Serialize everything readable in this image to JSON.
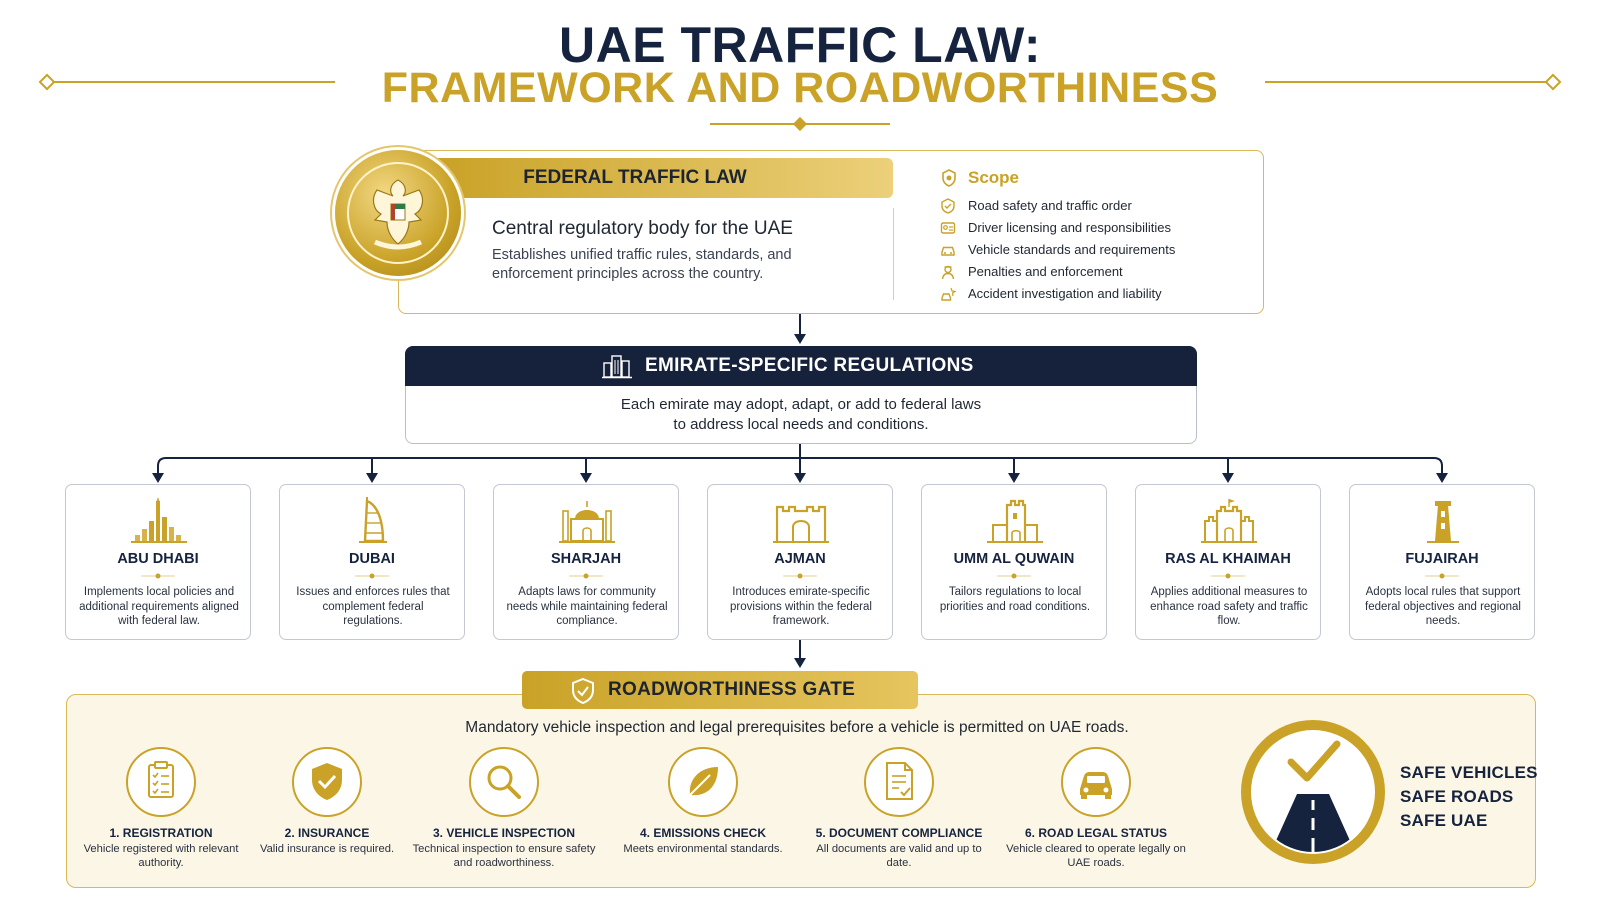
{
  "title": {
    "line1": "UAE TRAFFIC LAW:",
    "line2": "FRAMEWORK AND ROADWORTHINESS"
  },
  "federal": {
    "banner": "FEDERAL TRAFFIC LAW",
    "subtitle": "Central regulatory body for the UAE",
    "description": "Establishes unified traffic rules, standards, and enforcement principles across the country.",
    "scope_title": "Scope",
    "scope_items": [
      "Road safety and traffic order",
      "Driver licensing and responsibilities",
      "Vehicle standards and requirements",
      "Penalties and enforcement",
      "Accident investigation and liability"
    ]
  },
  "regulations": {
    "title": "EMIRATE-SPECIFIC REGULATIONS",
    "line1": "Each emirate may adopt, adapt, or add to federal laws",
    "line2": "to address local needs and conditions."
  },
  "emirates": [
    {
      "name": "ABU DHABI",
      "icon": "skyline-icon",
      "desc": "Implements local policies and additional requirements aligned with federal law."
    },
    {
      "name": "DUBAI",
      "icon": "burj-al-arab-icon",
      "desc": "Issues and enforces rules that complement federal regulations."
    },
    {
      "name": "SHARJAH",
      "icon": "mosque-icon",
      "desc": "Adapts laws for community needs while maintaining federal compliance."
    },
    {
      "name": "AJMAN",
      "icon": "fort-gate-icon",
      "desc": "Introduces emirate-specific provisions within the federal framework."
    },
    {
      "name": "UMM AL QUWAIN",
      "icon": "fort-tower-icon",
      "desc": "Tailors regulations to local priorities and road conditions."
    },
    {
      "name": "RAS AL KHAIMAH",
      "icon": "castle-icon",
      "desc": "Applies additional measures to enhance road safety and traffic flow."
    },
    {
      "name": "FUJAIRAH",
      "icon": "watchtower-icon",
      "desc": "Adopts local rules that support federal objectives and regional needs."
    }
  ],
  "roadworthiness": {
    "title": "ROADWORTHINESS GATE",
    "description": "Mandatory vehicle inspection and legal prerequisites before a vehicle is permitted on UAE roads.",
    "steps": [
      {
        "title": "1. REGISTRATION",
        "desc": "Vehicle registered with relevant authority.",
        "icon": "clipboard-icon"
      },
      {
        "title": "2. INSURANCE",
        "desc": "Valid insurance is required.",
        "icon": "shield-check-icon"
      },
      {
        "title": "3. VEHICLE INSPECTION",
        "desc": "Technical inspection to ensure safety and roadworthiness.",
        "icon": "magnifier-icon"
      },
      {
        "title": "4. EMISSIONS CHECK",
        "desc": "Meets environmental standards.",
        "icon": "leaf-icon"
      },
      {
        "title": "5. DOCUMENT COMPLIANCE",
        "desc": "All documents are valid and up to date.",
        "icon": "document-check-icon"
      },
      {
        "title": "6. ROAD LEGAL STATUS",
        "desc": "Vehicle cleared to operate legally on UAE roads.",
        "icon": "car-icon"
      }
    ],
    "safe_lines": [
      "SAFE VEHICLES",
      "SAFE ROADS",
      "SAFE UAE"
    ]
  },
  "colors": {
    "navy": "#15233f",
    "gold": "#c9a227",
    "cream": "#fcf6e6"
  }
}
